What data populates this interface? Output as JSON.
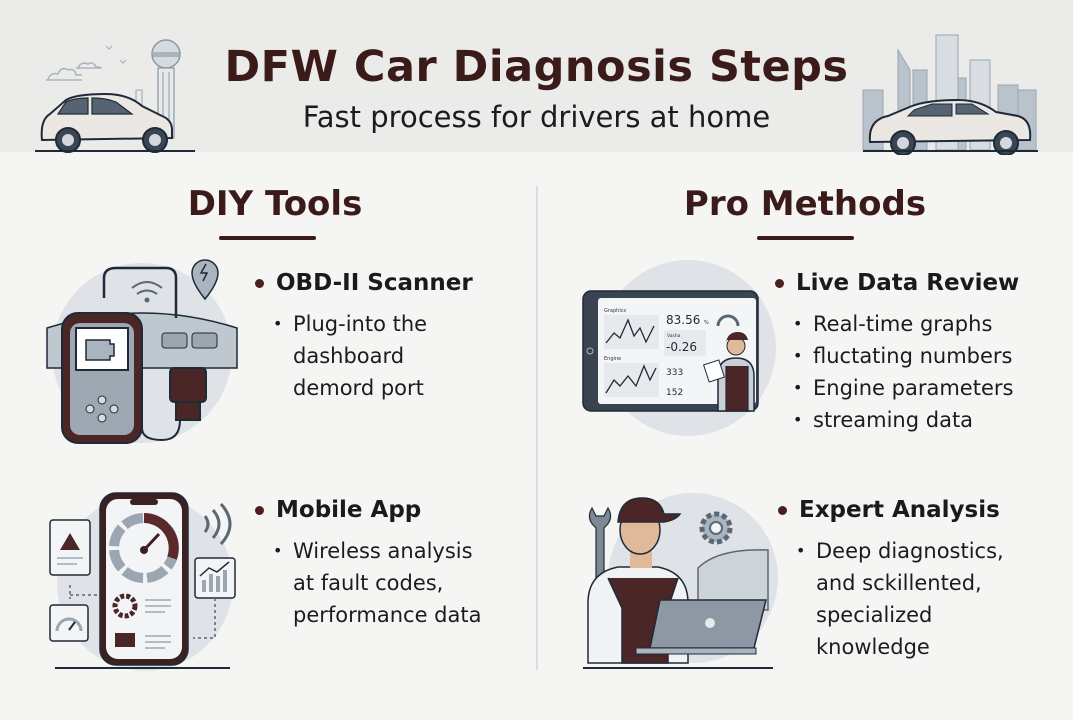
{
  "header": {
    "title": "DFW Car Diagnosis Steps",
    "subtitle": "Fast process for drivers at home"
  },
  "colors": {
    "accent": "#3b1a1a",
    "header_bg": "#ebebea",
    "page_bg": "#f5f5f4",
    "illustration_blue": "#a9b4bf"
  },
  "columns": [
    {
      "title": "DIY Tools",
      "items": [
        {
          "icon": "obd-scanner-icon",
          "title": "OBD-II Scanner",
          "bullets": [
            "Plug-into the",
            "dashboard",
            "demord port"
          ],
          "bullet_marks": [
            true,
            false,
            false
          ]
        },
        {
          "icon": "mobile-app-icon",
          "title": "Mobile App",
          "bullets": [
            "Wireless analysis",
            "at fault codes,",
            "performance data"
          ],
          "bullet_marks": [
            true,
            false,
            false
          ]
        }
      ]
    },
    {
      "title": "Pro Methods",
      "items": [
        {
          "icon": "live-data-tablet-icon",
          "title": "Live Data Review",
          "bullets": [
            "Real-time graphs",
            "fluctating numbers",
            "Engine parameters",
            "streaming data"
          ],
          "bullet_marks": [
            true,
            true,
            true,
            true
          ],
          "screen": {
            "label_top": "Graphics",
            "label_bottom": "Engine",
            "readout_1": "83.56",
            "readout_1_unit": "%",
            "readout_2_label": "Vasha",
            "readout_2": "-0.26",
            "readout_3": "333",
            "readout_4": "152"
          }
        },
        {
          "icon": "mechanic-laptop-icon",
          "title": "Expert Analysis",
          "bullets": [
            "Deep diagnostics,",
            "and sckillented,",
            "specialized",
            "knowledge"
          ],
          "bullet_marks": [
            true,
            false,
            false,
            false
          ]
        }
      ]
    }
  ]
}
